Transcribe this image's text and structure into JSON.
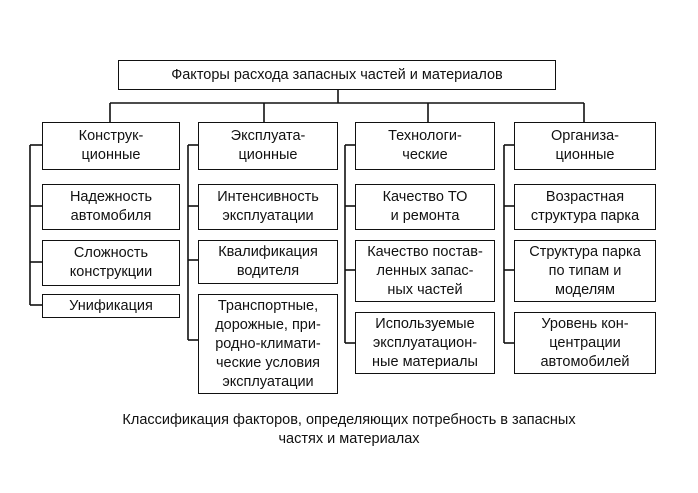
{
  "root": "Факторы расхода запасных частей и материалов",
  "categories": [
    {
      "title": "Конструк-\nционные",
      "items": [
        "Надежность\nавтомобиля",
        "Сложность\nконструкции",
        "Унификация"
      ]
    },
    {
      "title": "Эксплуата-\nционные",
      "items": [
        "Интенсивность\nэксплуатации",
        "Квалификация\nводителя",
        "Транспортные,\nдорожные, при-\nродно-климати-\nческие условия\nэксплуатации"
      ]
    },
    {
      "title": "Технологи-\nческие",
      "items": [
        "Качество ТО\nи ремонта",
        "Качество постав-\nленных запас-\nных частей",
        "Используемые\nэксплуатацион-\nные материалы"
      ]
    },
    {
      "title": "Организа-\nционные",
      "items": [
        "Возрастная\nструктура парка",
        "Структура парка\nпо типам и\nмоделям",
        "Уровень кон-\nцентрации\nавтомобилей"
      ]
    }
  ],
  "caption": "Классификация факторов, определяющих потребность в запасных\nчастях и материалах"
}
